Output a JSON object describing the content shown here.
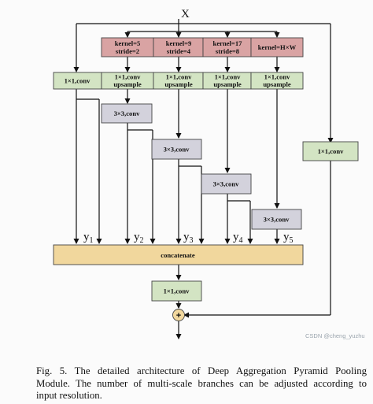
{
  "input_label": "X",
  "pool_boxes": [
    {
      "line1": "kernel=5",
      "line2": "stride=2"
    },
    {
      "line1": "kernel=9",
      "line2": "stride=4"
    },
    {
      "line1": "kernel=17",
      "line2": "stride=8"
    },
    {
      "line1": "kernel=H×W",
      "line2": ""
    }
  ],
  "conv_first": "1×1,conv",
  "conv_up_boxes": [
    {
      "line1": "1×1,conv",
      "line2": "upsample"
    },
    {
      "line1": "1×1,conv",
      "line2": "upsample"
    },
    {
      "line1": "1×1,conv",
      "line2": "upsample"
    },
    {
      "line1": "1×1,conv",
      "line2": "upsample"
    }
  ],
  "conv3_boxes": [
    "3×3,conv",
    "3×3,conv",
    "3×3,conv",
    "3×3,conv"
  ],
  "shortcut_conv": "1×1,conv",
  "outputs": [
    {
      "base": "y",
      "sub": "1"
    },
    {
      "base": "y",
      "sub": "2"
    },
    {
      "base": "y",
      "sub": "3"
    },
    {
      "base": "y",
      "sub": "4"
    },
    {
      "base": "y",
      "sub": "5"
    }
  ],
  "concat_label": "concatenate",
  "final_conv": "1×1,conv",
  "add_symbol": "+",
  "caption": [
    "Fig. 5.   The detailed architecture of Deep Aggregation Pyramid Pooling",
    "Module. The number of multi-scale branches can be adjusted according to",
    "input resolution."
  ],
  "watermark": "CSDN @cheng_yuzhu",
  "colors": {
    "pool": "#d9a3a3",
    "conv1x1": "#d3e4c3",
    "conv3x3": "#d3d2dc",
    "concat": "#f1d79d"
  }
}
